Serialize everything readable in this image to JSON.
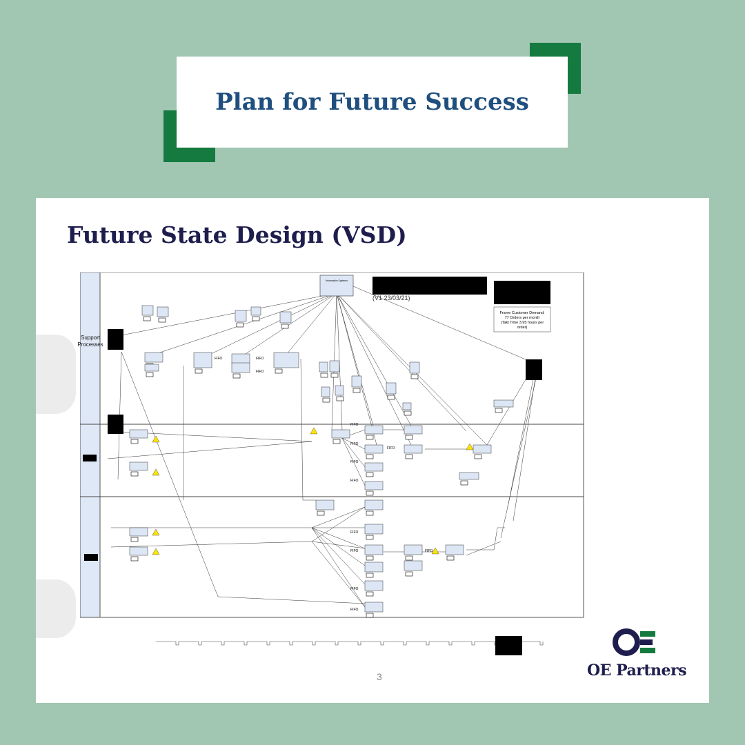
{
  "banner": {
    "title": "Plan for Future Success"
  },
  "slide": {
    "heading": "Future State Design (VSD)",
    "page_number": "3",
    "logo_text": "OE Partners"
  },
  "vsd": {
    "lane_support": "Support Processes",
    "version": "(V1 23/03/21)",
    "demand_title": "Frame Customer Demand:",
    "demand_line1": "77 Orders per month",
    "demand_line2": "(Takt Time 3.95 hours per",
    "demand_line3": "order)",
    "info_system": "Information Systems",
    "fifo": "FIFO"
  },
  "colors": {
    "background": "#a1c7b2",
    "accent": "#157a3f",
    "title": "#1f4f7e",
    "heading": "#1e1d4d",
    "process_fill": "#dce6f5",
    "lane_fill": "#dfe8f7"
  }
}
